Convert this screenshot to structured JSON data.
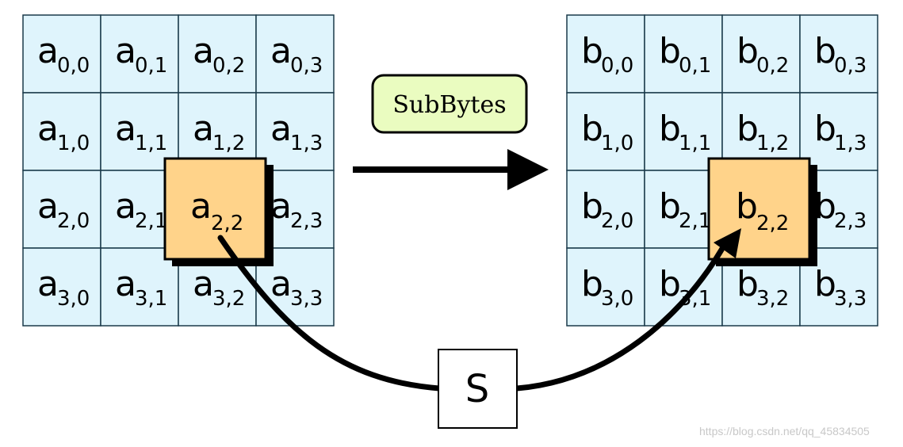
{
  "state_a": {
    "symbol": "a",
    "cells": [
      [
        "0,0",
        "0,1",
        "0,2",
        "0,3"
      ],
      [
        "1,0",
        "1,1",
        "1,2",
        "1,3"
      ],
      [
        "2,0",
        "2,1",
        "2,2",
        "2,3"
      ],
      [
        "3,0",
        "3,1",
        "3,2",
        "3,3"
      ]
    ],
    "highlight": {
      "symbol": "a",
      "sub": "2,2"
    }
  },
  "state_b": {
    "symbol": "b",
    "cells": [
      [
        "0,0",
        "0,1",
        "0,2",
        "0,3"
      ],
      [
        "1,0",
        "1,1",
        "1,2",
        "1,3"
      ],
      [
        "2,0",
        "2,1",
        "2,2",
        "2,3"
      ],
      [
        "3,0",
        "3,1",
        "3,2",
        "3,3"
      ]
    ],
    "highlight": {
      "symbol": "b",
      "sub": "2,2"
    }
  },
  "operation": {
    "label": "SubBytes"
  },
  "sbox": {
    "label": "S"
  },
  "watermark": "https://blog.csdn.net/qq_45834505",
  "colors": {
    "cell_fill": "#dff4fc",
    "cell_stroke": "#1a3a4a",
    "highlight_fill": "#ffd38a",
    "operation_fill": "#eafcc0",
    "ink": "#000000"
  }
}
